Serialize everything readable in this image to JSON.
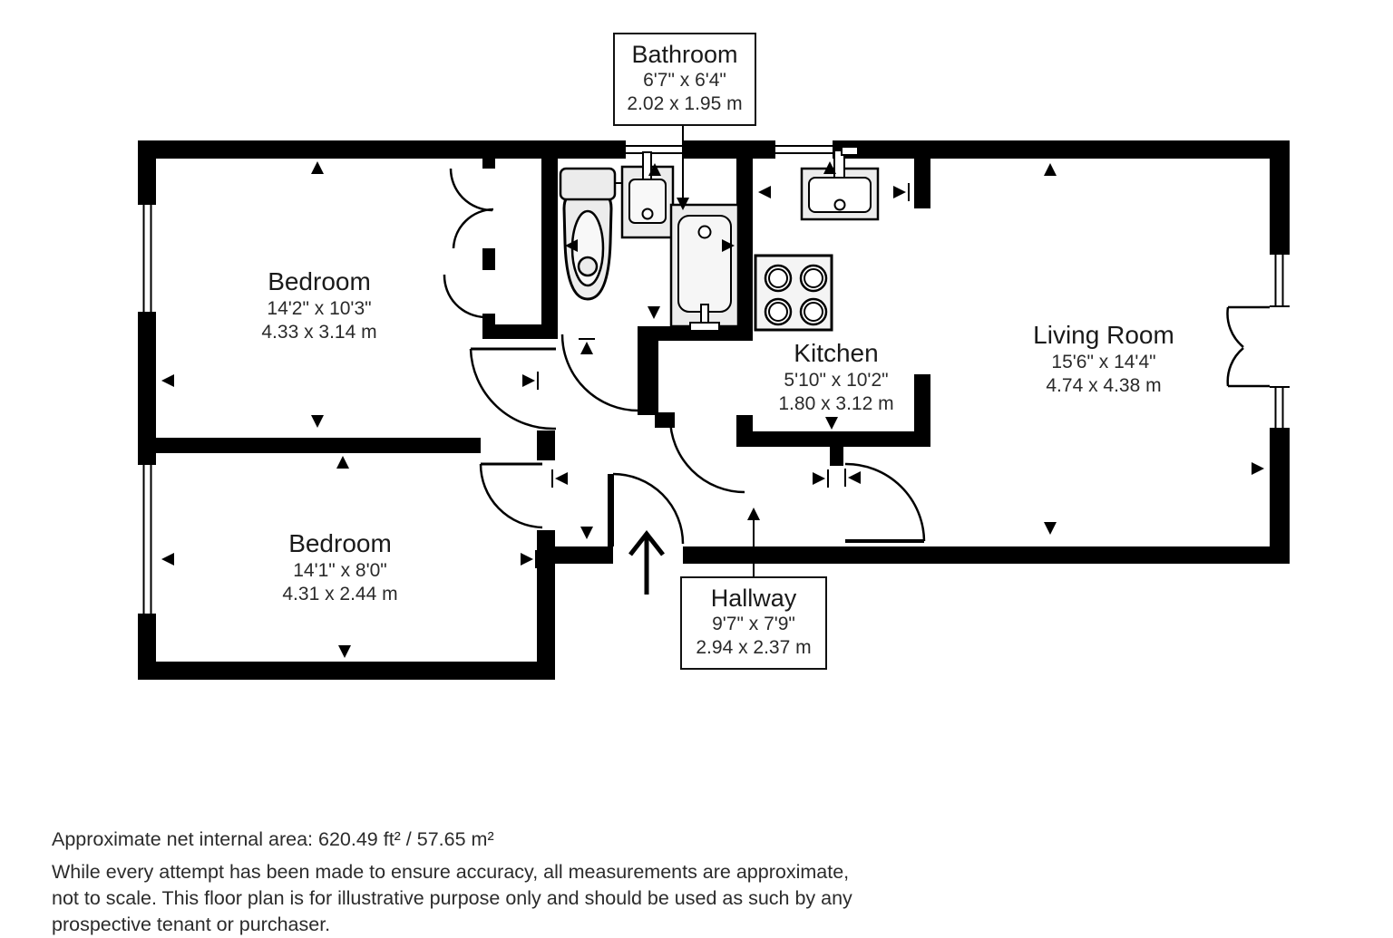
{
  "rooms": {
    "bedroom_top": {
      "name": "Bedroom",
      "imperial": "14'2\" x 10'3\"",
      "metric": "4.33 x 3.14 m"
    },
    "bedroom_bottom": {
      "name": "Bedroom",
      "imperial": "14'1\" x 8'0\"",
      "metric": "4.31 x 2.44 m"
    },
    "bathroom": {
      "name": "Bathroom",
      "imperial": "6'7\" x 6'4\"",
      "metric": "2.02 x 1.95 m"
    },
    "kitchen": {
      "name": "Kitchen",
      "imperial": "5'10\" x 10'2\"",
      "metric": "1.80 x 3.12 m"
    },
    "living_room": {
      "name": "Living Room",
      "imperial": "15'6\" x 14'4\"",
      "metric": "4.74 x 4.38 m"
    },
    "hallway": {
      "name": "Hallway",
      "imperial": "9'7\" x 7'9\"",
      "metric": "2.94 x 2.37 m"
    }
  },
  "fixtures": [
    "toilet",
    "wash-basin",
    "bathtub",
    "kitchen-sink",
    "hob"
  ],
  "footer": {
    "area_line": "Approximate net internal area: 620.49 ft² / 57.65 m²",
    "disclaimer_line1": "While every attempt has been made to ensure accuracy, all measurements are approximate,",
    "disclaimer_line2": "not to scale. This floor plan is for illustrative purpose only and should be used as such by any",
    "disclaimer_line3": "prospective tenant or purchaser."
  },
  "colors": {
    "walls": "#000000",
    "background": "#ffffff",
    "fixture_fill": "#ececec",
    "text": "#2b2b2b"
  }
}
